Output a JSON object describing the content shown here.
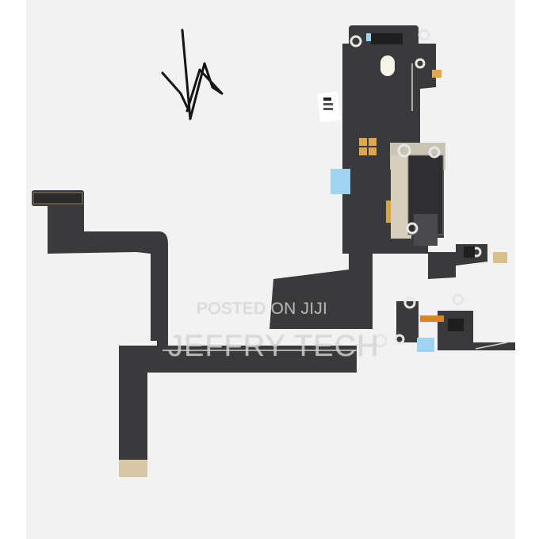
{
  "image": {
    "subject": "flex-cable-part-photo",
    "background_color": "#f2f2f2",
    "flex_color": "#3a3a3c"
  },
  "watermark": {
    "posted_text": "POSTED ON JIJI",
    "brand_text": "JEFFRY TECH"
  },
  "icons": [
    "signature-mark"
  ]
}
